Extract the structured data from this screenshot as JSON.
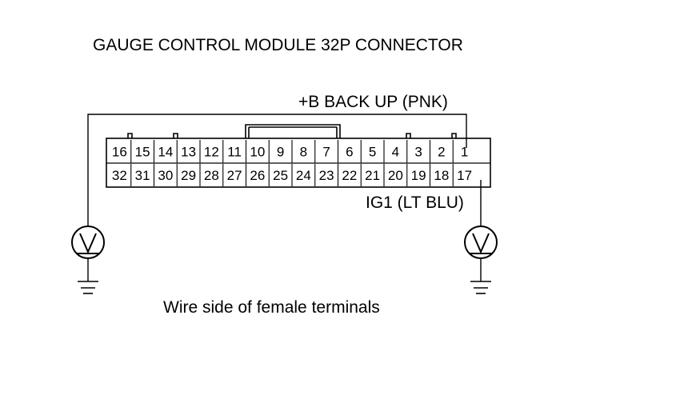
{
  "title": "GAUGE CONTROL MODULE 32P CONNECTOR",
  "backup_label": "+B BACK UP (PNK)",
  "ig1_label": "IG1 (LT BLU)",
  "footer": "Wire side of female terminals",
  "top_row": [
    "16",
    "15",
    "14",
    "13",
    "12",
    "11",
    "10",
    "9",
    "8",
    "7",
    "6",
    "5",
    "4",
    "3",
    "2",
    "1"
  ],
  "bottom_row": [
    "32",
    "31",
    "30",
    "29",
    "28",
    "27",
    "26",
    "25",
    "24",
    "23",
    "22",
    "21",
    "20",
    "19",
    "18",
    "17"
  ],
  "icons": [
    "voltmeter-icon",
    "ground-icon"
  ]
}
